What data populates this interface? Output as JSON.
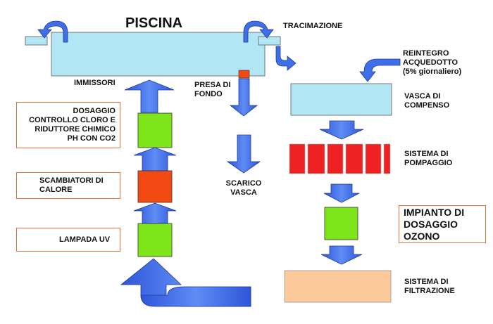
{
  "title": "PISCINA",
  "labels": {
    "tracimazione": "TRACIMAZIONE",
    "reintegro": "REINTEGRO\nACQUEDOTTO\n(5% giornaliero)",
    "immissori": "IMMISSORI",
    "presa_fondo": "PRESA DI\nFONDO",
    "vasca_compenso": "VASCA DI\nCOMPENSO",
    "dosaggio_cloro": "DOSAGGIO\nCONTROLLO CLORO E\nRIDUTTORE CHIMICO\nPH CON CO2",
    "scambiatori": "SCAMBIATORI DI\nCALORE",
    "lampada_uv": "LAMPADA UV",
    "scarico_vasca": "SCARICO\nVASCA",
    "sistema_pompaggio": "SISTEMA DI\nPOMPAGGIO",
    "impianto_ozono": "IMPIANTO DI\nDOSAGGIO\nOZONO",
    "sistema_filtrazione": "SISTEMA DI\nFILTRAZIONE"
  },
  "colors": {
    "water": "#b3e6f5",
    "arrow_blue": "#3f6fe8",
    "green": "#7ee51a",
    "red": "#ee2222",
    "orange_red": "#f24a12",
    "filter": "#fcc99a",
    "box_border": "#e0703e"
  }
}
